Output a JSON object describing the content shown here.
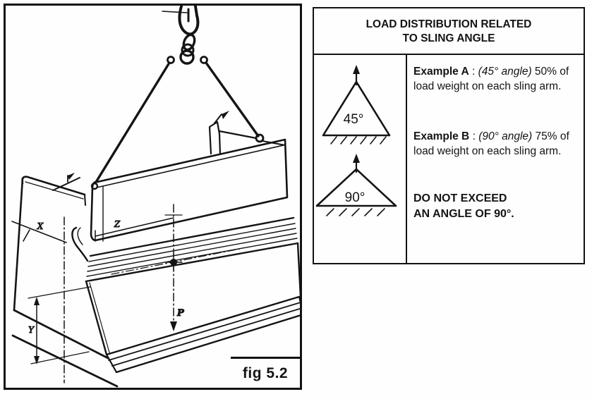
{
  "figure": {
    "caption": "fig 5.2",
    "labels": {
      "z": "Z",
      "x": "X",
      "y": "Y",
      "p": "P"
    }
  },
  "info_box": {
    "title_line1": "LOAD DISTRIBUTION RELATED",
    "title_line2": "TO SLING ANGLE",
    "example_a": {
      "name": "Example A",
      "separator": " : ",
      "angle_note": "(45° angle)",
      "text": " 50% of load weight on each sling arm.",
      "triangle_label": "45°"
    },
    "example_b": {
      "name": "Example B",
      "separator": " : ",
      "angle_note": "(90° angle)",
      "text": " 75% of load weight on each sling arm.",
      "triangle_label": "90°"
    },
    "warning_line1": "DO NOT EXCEED",
    "warning_line2": "AN ANGLE OF 90°."
  },
  "colors": {
    "ink": "#141414",
    "paper": "#fefefe"
  }
}
